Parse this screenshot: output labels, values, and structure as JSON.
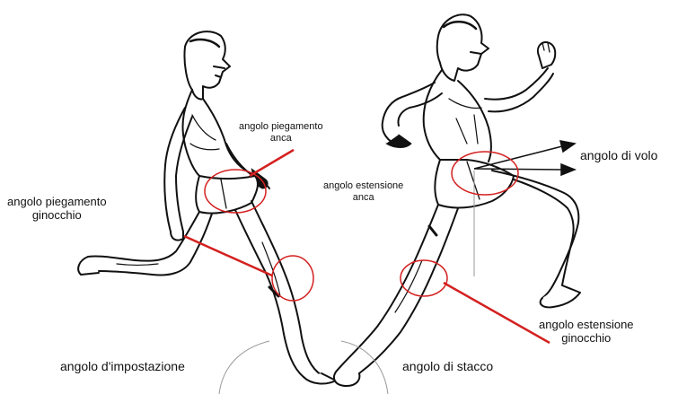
{
  "labels": {
    "hip_flexion": [
      "angolo piegamento",
      "anca"
    ],
    "knee_flexion": [
      "angolo piegamento",
      "ginocchio"
    ],
    "hip_extension": [
      "angolo estensione",
      "anca"
    ],
    "flight_angle": "angolo di volo",
    "knee_extension": [
      "angolo estensione",
      "ginocchio"
    ],
    "setting_angle": "angolo d'impostazione",
    "takeoff_angle": "angolo di stacco"
  },
  "colors": {
    "marker": "#d42020",
    "ink": "#111111",
    "guide": "#9a9a9a"
  }
}
